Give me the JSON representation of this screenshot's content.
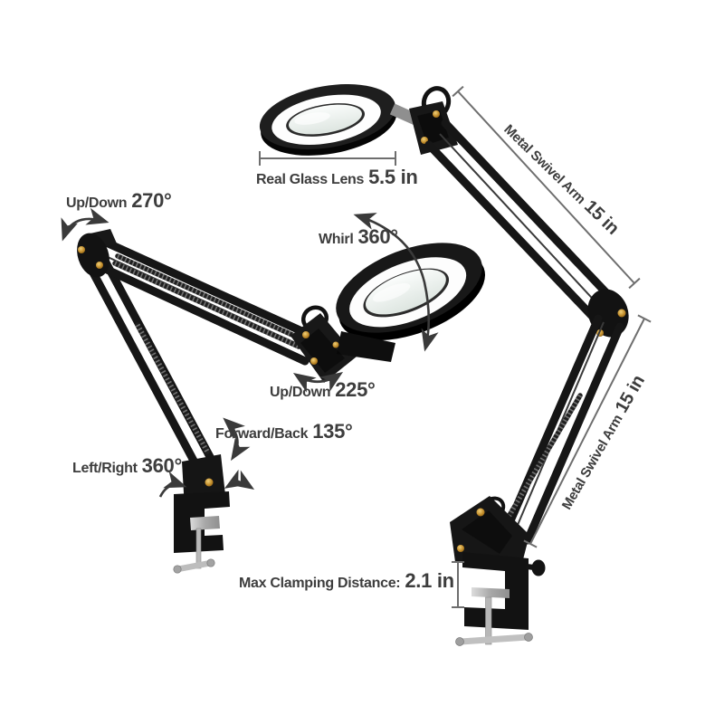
{
  "colors": {
    "background": "#ffffff",
    "text": "#3d3d3d",
    "dimension_line": "#6e6e6e",
    "arm_black": "#161616",
    "led_ring": "#ffffff",
    "screw_gold": "#c89a3c",
    "metal_silver": "#b5b5b5"
  },
  "annotations": {
    "lens": {
      "label": "Real Glass Lens",
      "value": "5.5 in"
    },
    "updown_top": {
      "label": "Up/Down",
      "value": "270°"
    },
    "whirl": {
      "label": "Whirl",
      "value": "360°"
    },
    "updown_mid": {
      "label": "Up/Down",
      "value": "225°"
    },
    "forward_back": {
      "label": "Forward/Back",
      "value": "135°"
    },
    "left_right": {
      "label": "Left/Right",
      "value": "360°"
    },
    "clamping": {
      "label": "Max Clamping Distance:",
      "value": "2.1 in"
    },
    "arm_upper": {
      "label": "Metal Swivel Arm",
      "value": "15 in"
    },
    "arm_lower": {
      "label": "Metal Swivel Arm",
      "value": "15 in"
    }
  }
}
